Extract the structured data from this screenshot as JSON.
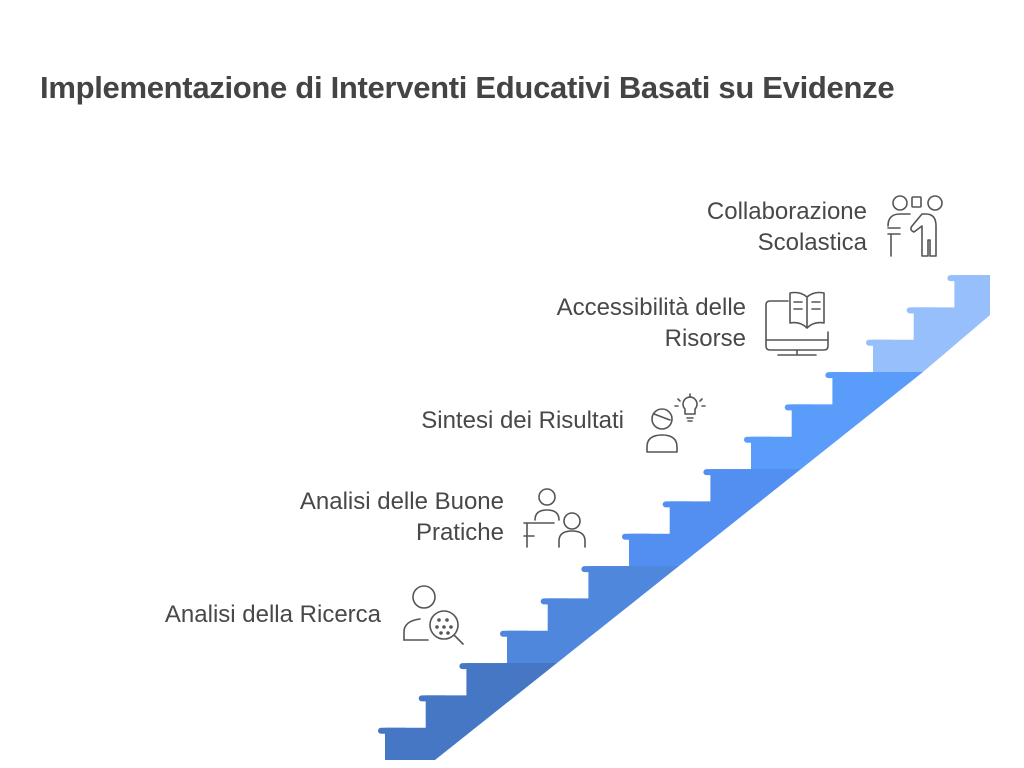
{
  "title": "Implementazione di Interventi Educativi Basati su Evidenze",
  "colors": [
    "#4677c5",
    "#4f87dd",
    "#528ff0",
    "#5a9cfa",
    "#97bffc"
  ],
  "steps": [
    {
      "label": "Analisi della Ricerca",
      "icon": "researcher-magnifier-icon"
    },
    {
      "label": "Analisi delle Buone Pratiche",
      "line1": "Analisi delle Buone",
      "line2": "Pratiche",
      "icon": "people-meeting-icon"
    },
    {
      "label": "Sintesi dei Risultati",
      "icon": "person-lightbulb-icon"
    },
    {
      "label": "Accessibilità delle Risorse",
      "line1": "Accessibilità delle",
      "line2": "Risorse",
      "icon": "monitor-book-icon"
    },
    {
      "label": "Collaborazione Scolastica",
      "line1": "Collaborazione",
      "line2": "Scolastica",
      "icon": "teacher-presenting-icon"
    }
  ]
}
